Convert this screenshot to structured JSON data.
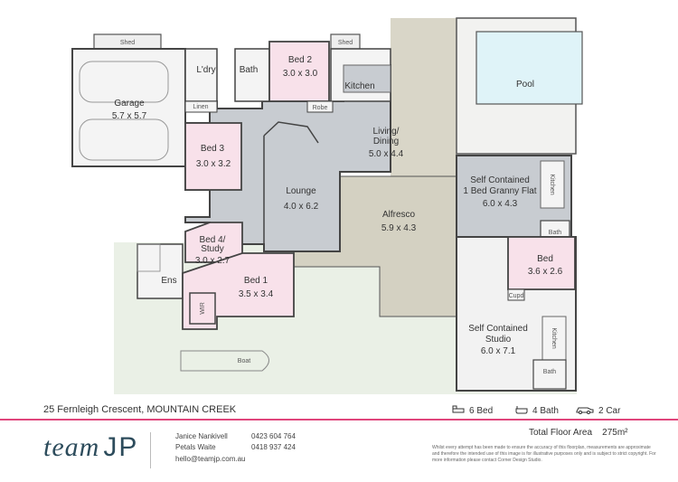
{
  "rooms": {
    "shed1": {
      "name": "Shed"
    },
    "shed2": {
      "name": "Shed"
    },
    "garage": {
      "name": "Garage",
      "dims": "5.7 x 5.7"
    },
    "laundry": {
      "name": "L'dry"
    },
    "linen": {
      "name": "Linen"
    },
    "bath": {
      "name": "Bath"
    },
    "bed2": {
      "name": "Bed 2",
      "dims": "3.0 x 3.0"
    },
    "kitchen": {
      "name": "Kitchen"
    },
    "robe": {
      "name": "Robe"
    },
    "pool": {
      "name": "Pool"
    },
    "living": {
      "name1": "Living/",
      "name2": "Dining",
      "dims": "5.0 x 4.4"
    },
    "bed3": {
      "name": "Bed 3",
      "dims": "3.0 x 3.2"
    },
    "lounge": {
      "name": "Lounge",
      "dims": "4.0 x 6.2"
    },
    "alfresco": {
      "name": "Alfresco",
      "dims": "5.9 x 4.3"
    },
    "granny": {
      "name1": "Self Contained",
      "name2": "1 Bed Granny Flat",
      "dims": "6.0 x 4.3",
      "kitchen": "Kitchen",
      "bath": "Bath"
    },
    "bed4": {
      "name1": "Bed 4/",
      "name2": "Study",
      "dims": "3.0 x 2.7"
    },
    "ens": {
      "name": "Ens"
    },
    "bed1": {
      "name": "Bed 1",
      "dims": "3.5 x 3.4"
    },
    "wir": {
      "name": "WIR"
    },
    "bed": {
      "name": "Bed",
      "dims": "3.6 x 2.6"
    },
    "cupd": {
      "name": "Cupd"
    },
    "studio": {
      "name1": "Self Contained",
      "name2": "Studio",
      "dims": "6.0 x 7.1",
      "kitchen": "Kitchen",
      "bath": "Bath"
    },
    "boat": {
      "name": "Boat"
    }
  },
  "footer": {
    "address": "25 Fernleigh Crescent, MOUNTAIN CREEK",
    "beds": "6 Bed",
    "baths": "4 Bath",
    "cars": "2 Car",
    "total_area_label": "Total Floor Area",
    "total_area_value": "275m²",
    "logo_text": "team",
    "logo_jp": "JP",
    "agent1_name": "Janice Nankivell",
    "agent1_phone": "0423 604 764",
    "agent2_name": "Petals Waite",
    "agent2_phone": "0418 937 424",
    "email": "hello@teamjp.com.au",
    "disclaimer": "Whilst every attempt has been made to ensure the accuracy of this floorplan, measurements are approximate and therefore the intended use of this image is for illustrative purposes only and is subject to strict copyright. For more information please contact Corner Design Studio."
  },
  "colors": {
    "grey_room": "#c8ccd1",
    "pink_room": "#f8e1ea",
    "outdoor_green": "#eaf0e6",
    "pool_blue": "#dff3f8",
    "deck_olive": "#d4d1c2",
    "accent_pink": "#e0457b",
    "brand_teal": "#2d4c5c"
  }
}
